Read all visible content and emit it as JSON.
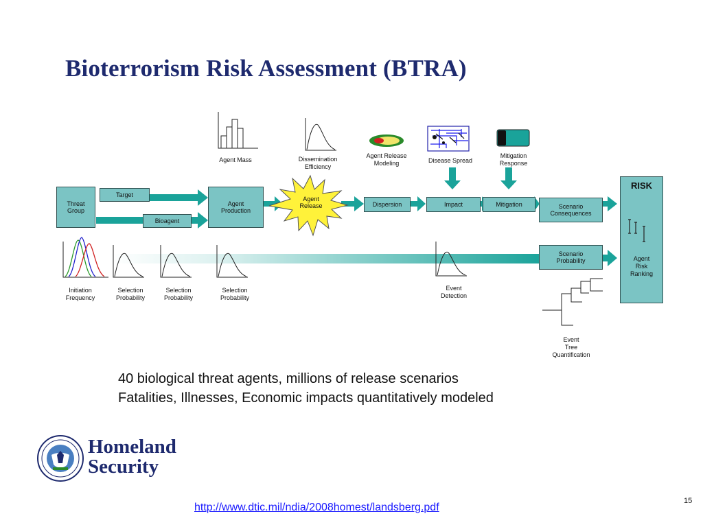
{
  "title": "Bioterrorism Risk Assessment (BTRA)",
  "boxes": {
    "threat_group": "Threat\nGroup",
    "target": "Target",
    "bioagent": "Bioagent",
    "agent_production": "Agent\nProduction",
    "dispersion": "Dispersion",
    "impact": "Impact",
    "mitigation": "Mitigation",
    "scenario_consequences": "Scenario\nConsequences",
    "scenario_probability": "Scenario\nProbability"
  },
  "burst": "Agent\nRelease",
  "captions": {
    "agent_mass": "Agent Mass",
    "dissemination_efficiency": "Dissemination\nEfficiency",
    "agent_release_modeling": "Agent Release\nModeling",
    "disease_spread": "Disease Spread",
    "mitigation_response": "Mitigation\nResponse",
    "initiation_frequency": "Initiation\nFrequency",
    "selection_probability_1": "Selection\nProbability",
    "selection_probability_2": "Selection\nProbability",
    "selection_probability_3": "Selection\nProbability",
    "event_detection": "Event\nDetection",
    "event_tree_quantification": "Event\nTree\nQuantification"
  },
  "risk": {
    "title": "RISK",
    "ranking": "Agent\nRisk\nRanking"
  },
  "bullets": [
    "40 biological threat agents, millions of release scenarios",
    "Fatalities, Illnesses, Economic impacts quantitatively modeled"
  ],
  "logo": {
    "line1": "Homeland",
    "line2": "Security"
  },
  "url": "http://www.dtic.mil/ndia/2008homest/landsberg.pdf",
  "page_number": "15",
  "colors": {
    "box_fill": "#7bc4c4",
    "arrow": "#1aa39a",
    "title": "#1e2a6e",
    "burst": "#fff23a",
    "link": "#1a1aff"
  }
}
